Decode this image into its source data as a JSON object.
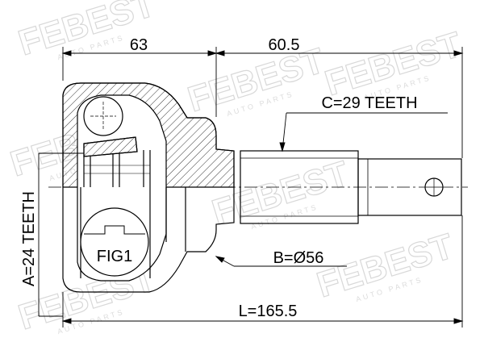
{
  "dimensions": {
    "body_length": "63",
    "shaft_length": "60.5",
    "total_length": "L=165.5"
  },
  "specs": {
    "outer_spline": "C=29 TEETH",
    "inner_spline": "A=24 TEETH",
    "seal_diameter": "B=Ø56"
  },
  "figure_label": "FIG1",
  "watermark": {
    "brand": "FEBEST",
    "sub": "AUTO PARTS"
  },
  "colors": {
    "line": "#000000",
    "watermark": "#d8d8d8"
  }
}
